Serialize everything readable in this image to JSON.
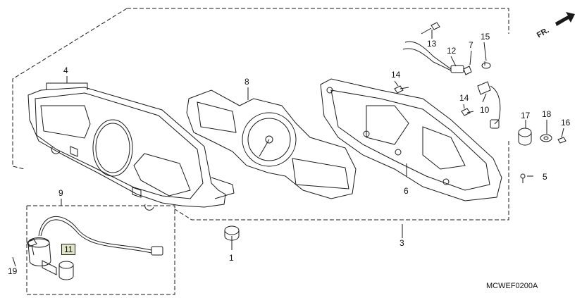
{
  "diagram": {
    "reference_code": "MCWEF0200A",
    "direction_label": "FR.",
    "callouts": [
      {
        "id": "1",
        "label": "1"
      },
      {
        "id": "3",
        "label": "3"
      },
      {
        "id": "4",
        "label": "4"
      },
      {
        "id": "5",
        "label": "5"
      },
      {
        "id": "6",
        "label": "6"
      },
      {
        "id": "7",
        "label": "7"
      },
      {
        "id": "8",
        "label": "8"
      },
      {
        "id": "9",
        "label": "9"
      },
      {
        "id": "10",
        "label": "10"
      },
      {
        "id": "11",
        "label": "11"
      },
      {
        "id": "12",
        "label": "12"
      },
      {
        "id": "13",
        "label": "13"
      },
      {
        "id": "14a",
        "label": "14"
      },
      {
        "id": "14b",
        "label": "14"
      },
      {
        "id": "15",
        "label": "15"
      },
      {
        "id": "16",
        "label": "16"
      },
      {
        "id": "17",
        "label": "17"
      },
      {
        "id": "18",
        "label": "18"
      },
      {
        "id": "19",
        "label": "19"
      }
    ],
    "colors": {
      "line": "#1a1a1a",
      "highlight_box": "#dfe6c8"
    }
  }
}
